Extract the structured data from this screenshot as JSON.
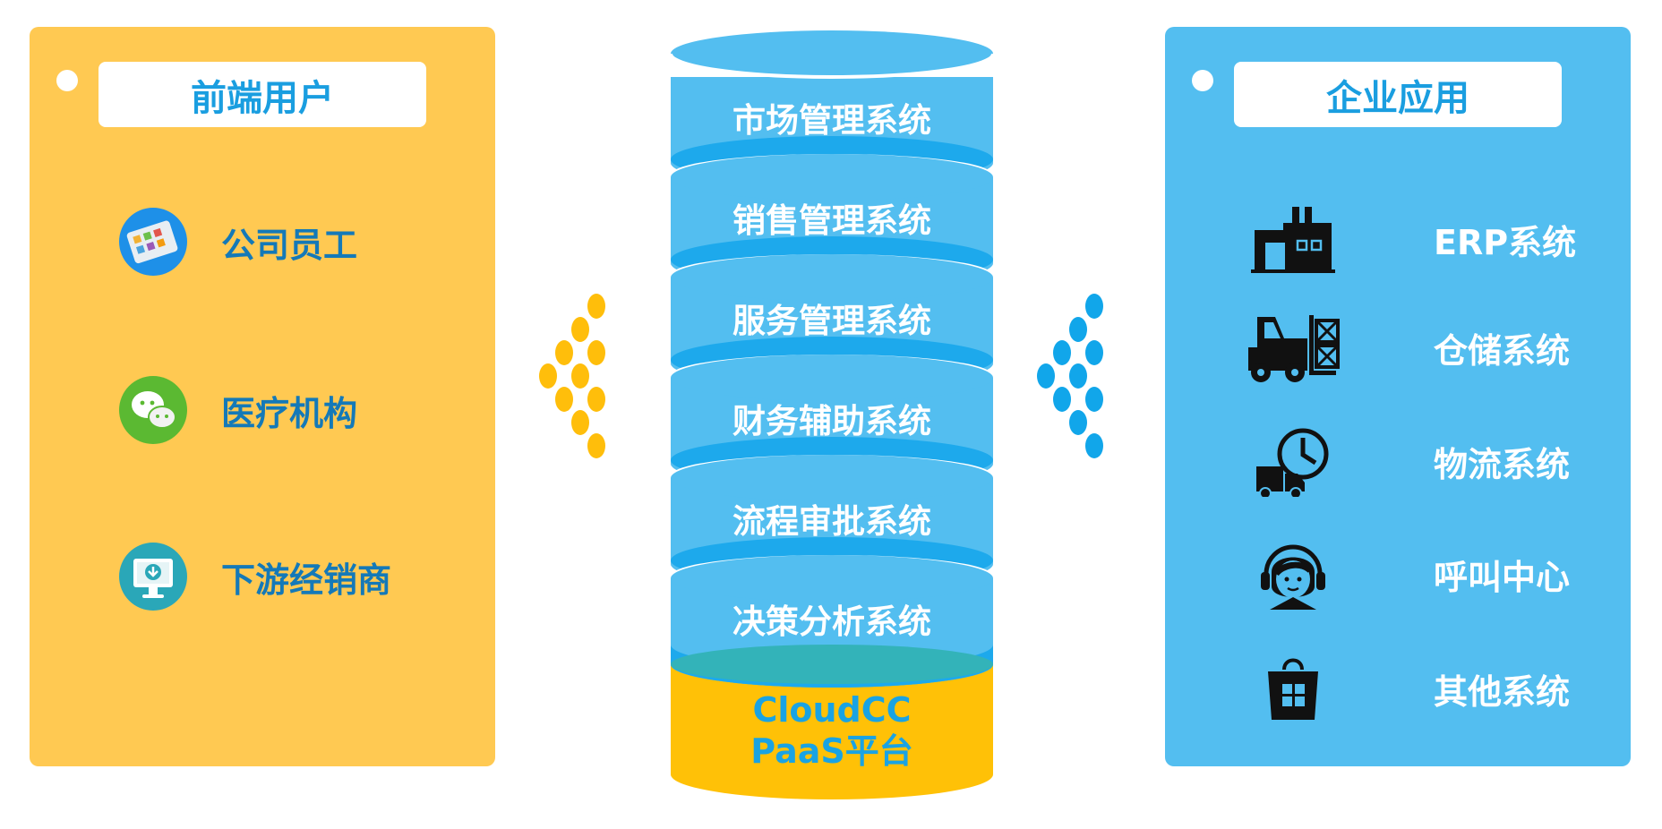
{
  "left_panel": {
    "title": "前端用户",
    "items": [
      {
        "label": "公司员工",
        "icon": "tablet-apps-icon"
      },
      {
        "label": "医疗机构",
        "icon": "wechat-icon"
      },
      {
        "label": "下游经销商",
        "icon": "monitor-download-icon"
      }
    ]
  },
  "center": {
    "systems": [
      "市场管理系统",
      "销售管理系统",
      "服务管理系统",
      "财务辅助系统",
      "流程审批系统",
      "决策分析系统"
    ],
    "platform_line1": "CloudCC",
    "platform_line2": "PaaS平台"
  },
  "right_panel": {
    "title": "企业应用",
    "items": [
      {
        "label": "ERP系统",
        "icon": "factory-icon"
      },
      {
        "label": "仓储系统",
        "icon": "forklift-icon"
      },
      {
        "label": "物流系统",
        "icon": "delivery-truck-clock-icon"
      },
      {
        "label": "呼叫中心",
        "icon": "headset-agent-icon"
      },
      {
        "label": "其他系统",
        "icon": "store-bag-icon"
      }
    ]
  },
  "colors": {
    "left_panel_bg": "#ffc952",
    "right_panel_bg": "#53bef0",
    "title_text": "#1a9ee0",
    "left_item_text": "#1479b8",
    "cylinder_segment": "#53bef0",
    "cylinder_band": "#1da9ec",
    "cylinder_base": "#ffc107",
    "left_arrow": "#ffbe0b",
    "right_arrow": "#11a6ea"
  }
}
